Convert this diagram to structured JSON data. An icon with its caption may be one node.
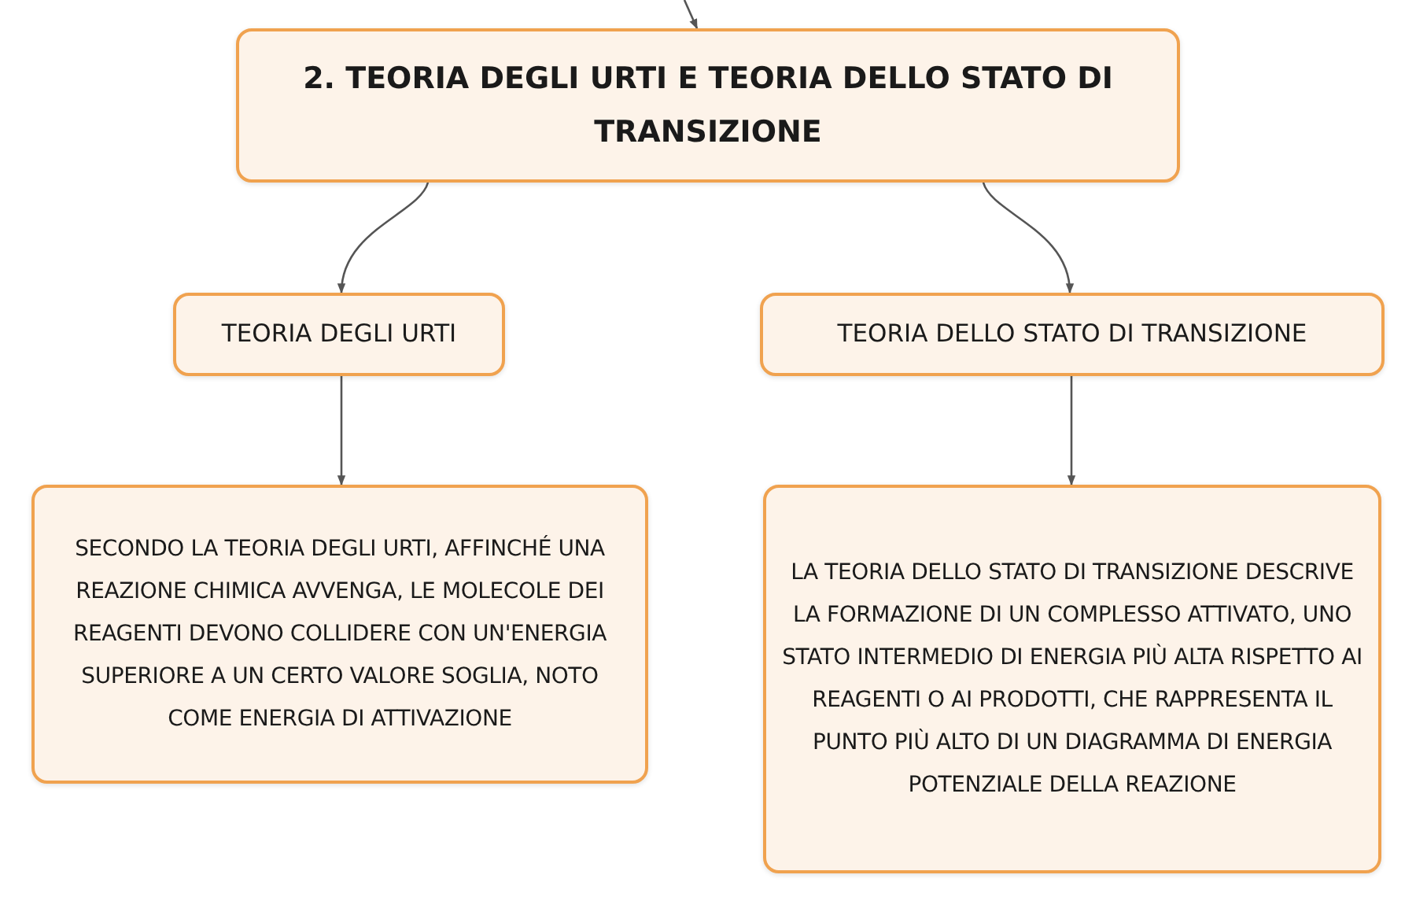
{
  "diagram": {
    "nodes": [
      {
        "text": [
          "2. TEORIA DEGLI URTI E TEORIA DELLO STATO DI TRANSIZIONE"
        ]
      },
      {
        "text": [
          "TEORIA DEGLI URTI"
        ]
      },
      {
        "text": [
          "TEORIA DELLO STATO DI TRANSIZIONE"
        ]
      },
      {
        "text": [
          "SECONDO LA TEORIA DEGLI URTI, AFFINCHÉ UNA REAZIONE CHIMICA AVVENGA, LE MOLECOLE DEI REAGENTI DEVONO COLLIDERE CON UN'ENERGIA SUPERIORE A UN CERTO VALORE SOGLIA, NOTO COME ENERGIA DI ATTIVAZIONE"
        ]
      },
      {
        "text": [
          "LA TEORIA DELLO STATO DI TRANSIZIONE DESCRIVE LA FORMAZIONE DI UN COMPLESSO ATTIVATO, UNO STATO INTERMEDIO DI ENERGIA PIÙ ALTA RISPETTO AI REAGENTI O AI PRODOTTI, CHE RAPPRESENTA IL PUNTO PIÙ ALTO DI UN DIAGRAMMA DI ENERGIA POTENZIALE DELLA REAZIONE"
        ]
      }
    ],
    "edges": [
      {
        "from": null,
        "to": 0,
        "arrow": "to"
      },
      {
        "from": 0,
        "to": 1,
        "arrow": "to"
      },
      {
        "from": 0,
        "to": 2,
        "arrow": "to"
      },
      {
        "from": 1,
        "to": 3,
        "arrow": "to"
      },
      {
        "from": 2,
        "to": 4,
        "arrow": "to"
      }
    ]
  }
}
